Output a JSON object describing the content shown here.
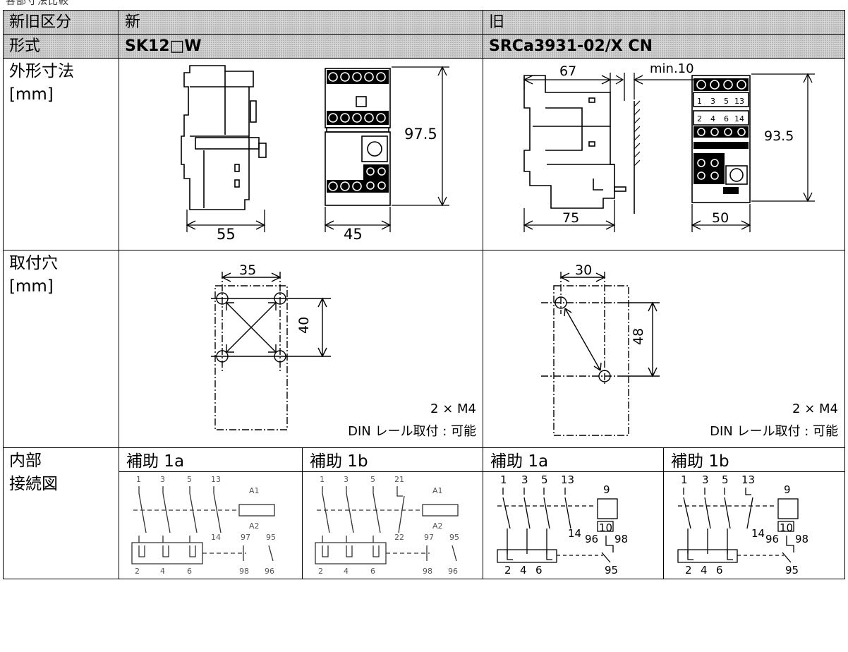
{
  "page": {
    "title": "各部寸法比較"
  },
  "header": {
    "category_label": "新旧区分",
    "new_label": "新",
    "old_label": "旧",
    "model_label": "形式",
    "new_model": "SK12□W",
    "old_model": "SRCa3931-02/X CN"
  },
  "rows": {
    "dimensions": {
      "label": "外形寸法",
      "unit": "[mm]"
    },
    "mounting": {
      "label": "取付穴",
      "unit": "[mm]"
    },
    "wiring": {
      "label_1": "内部",
      "label_2": "接続図"
    }
  },
  "new": {
    "dims": {
      "width_side": "55",
      "width_front": "45",
      "height": "97.5"
    },
    "holes": {
      "pitch_x": "35",
      "pitch_y": "40",
      "screw": "2 × M4",
      "din": "DIN レール取付 : 可能"
    },
    "aux_a": {
      "title": "補助 1a",
      "tops": [
        "1",
        "3",
        "5",
        "13"
      ],
      "coil_top": "A1",
      "coil_bottom": "A2",
      "aux_bottom": "14",
      "ol_top": [
        "97",
        "95"
      ],
      "bottoms": [
        "2",
        "4",
        "6"
      ],
      "ol_bottom": [
        "98",
        "96"
      ]
    },
    "aux_b": {
      "title": "補助 1b",
      "tops": [
        "1",
        "3",
        "5",
        "21"
      ],
      "coil_top": "A1",
      "coil_bottom": "A2",
      "aux_bottom": "22",
      "ol_top": [
        "97",
        "95"
      ],
      "bottoms": [
        "2",
        "4",
        "6"
      ],
      "ol_bottom": [
        "98",
        "96"
      ]
    }
  },
  "old": {
    "dims": {
      "depth": "67",
      "clearance": "min.10",
      "width_side": "75",
      "width_front": "50",
      "height": "93.5",
      "terminals_top": [
        "1",
        "3",
        "5",
        "13"
      ],
      "terminals_bottom": [
        "2",
        "4",
        "6",
        "14"
      ]
    },
    "holes": {
      "pitch_x": "30",
      "pitch_y": "48",
      "screw": "2 × M4",
      "din": "DIN レール取付 : 可能"
    },
    "aux_a": {
      "title": "補助 1a",
      "tops": [
        "1",
        "3",
        "5",
        "13"
      ],
      "coil_top": "9",
      "coil_bottom": "10",
      "aux_bottom": "14",
      "ol_top": [
        "96",
        "98"
      ],
      "bottoms": [
        "2",
        "4",
        "6"
      ],
      "ol_bottom": "95"
    },
    "aux_b": {
      "title": "補助 1b",
      "tops": [
        "1",
        "3",
        "5",
        "13"
      ],
      "coil_top": "9",
      "coil_bottom": "10",
      "aux_bottom": "14",
      "ol_top": [
        "96",
        "98"
      ],
      "bottoms": [
        "2",
        "4",
        "6"
      ],
      "ol_bottom": "95"
    }
  }
}
